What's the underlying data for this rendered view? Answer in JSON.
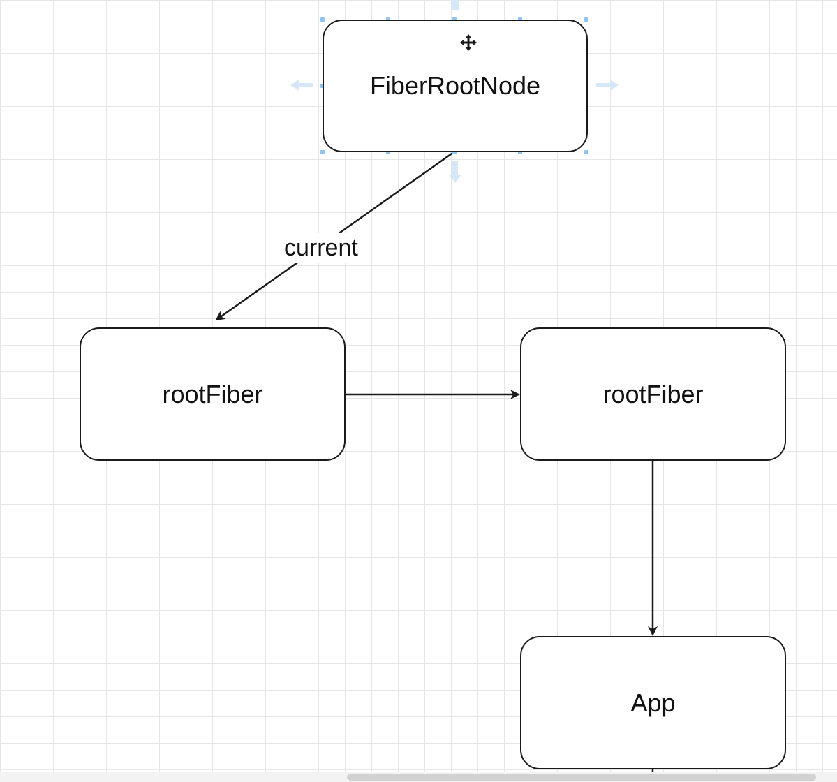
{
  "diagram": {
    "nodes": {
      "fiber_root": "FiberRootNode",
      "root_fiber_left": "rootFiber",
      "root_fiber_right": "rootFiber",
      "app": "App"
    },
    "edges": {
      "current_label": "current"
    },
    "colors": {
      "stroke": "#1a1a1a",
      "grid": "#e6e6e6",
      "selection": "#8fc3f0"
    }
  }
}
